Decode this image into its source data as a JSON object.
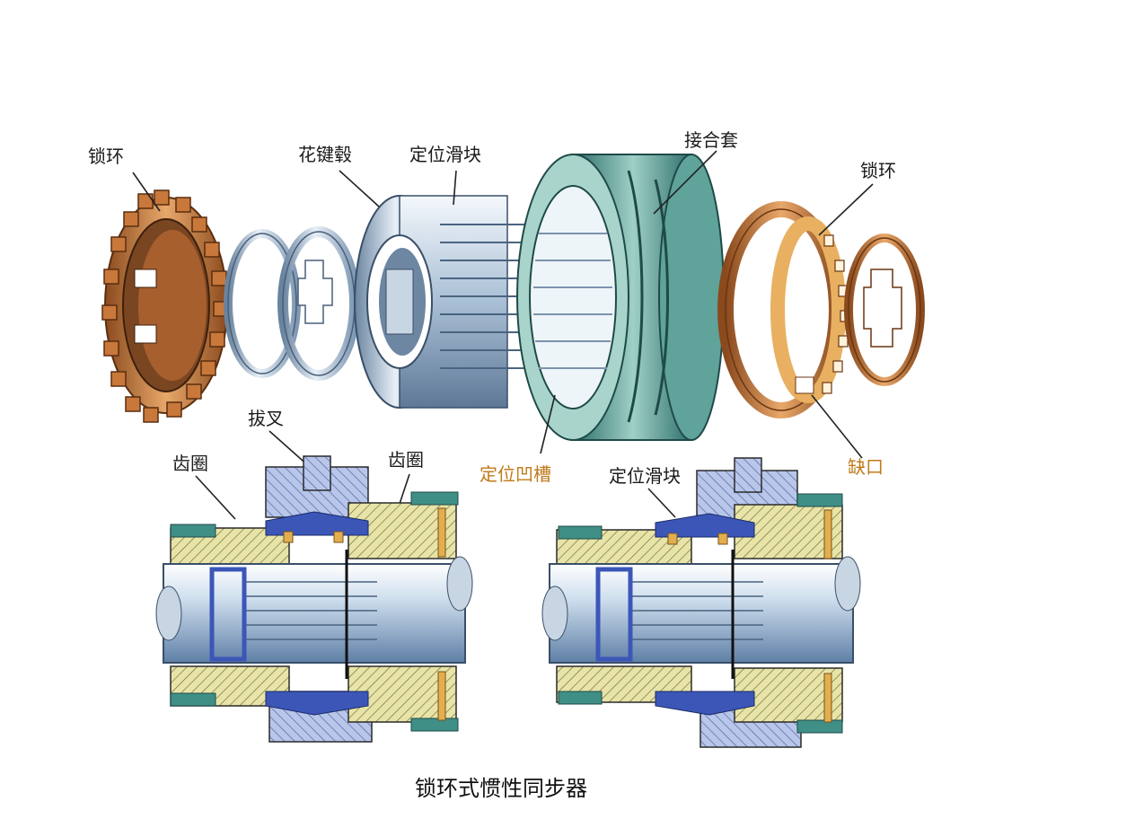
{
  "labels": {
    "lock_ring_left": "锁环",
    "spline_hub": "花键毂",
    "slider_top": "定位滑块",
    "sleeve": "接合套",
    "lock_ring_right": "锁环",
    "fork": "拔叉",
    "gear_ring_left": "齿圈",
    "gear_ring_right": "齿圈",
    "groove": "定位凹槽",
    "slider_bottom": "定位滑块",
    "notch": "缺口"
  },
  "caption": "锁环式惯性同步器",
  "colors": {
    "bronze": "#c8783a",
    "steel_light": "#dfe9f3",
    "steel_mid": "#9fb6cc",
    "steel_dark": "#5b7490",
    "teal": "#3f8f86",
    "hatch_yellow": "#e6e2a0",
    "blue_part": "#3c56b8",
    "gold": "#e3ae4f",
    "accent_label": "#c07a1a"
  }
}
